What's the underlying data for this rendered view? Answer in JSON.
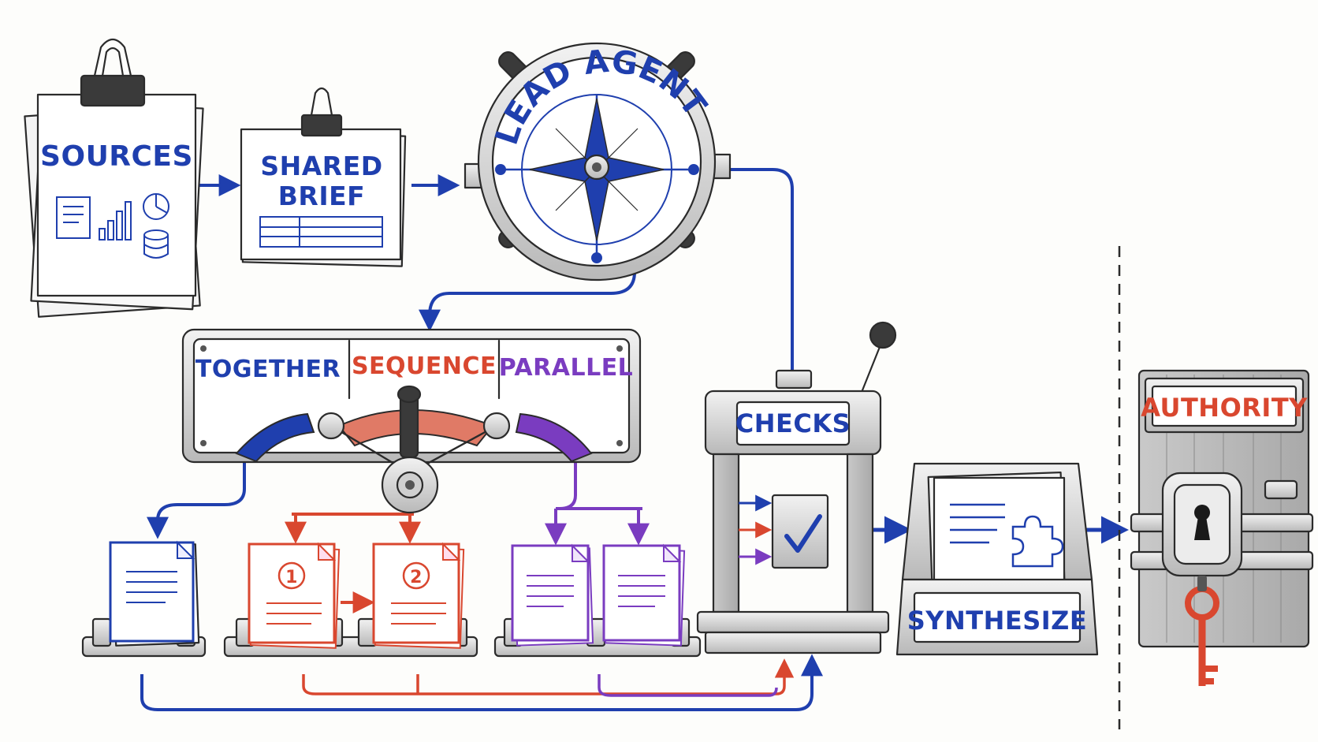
{
  "labels": {
    "sources": "SOURCES",
    "shared_brief_line1": "SHARED",
    "shared_brief_line2": "BRIEF",
    "lead_agent": "LEAD AGENT",
    "together": "TOGETHER",
    "sequence": "SEQUENCE",
    "parallel": "PARALLEL",
    "checks": "CHECKS",
    "synthesize": "SYNTHESIZE",
    "authority": "AUTHORITY",
    "step_one": "1",
    "step_two": "2"
  },
  "colors": {
    "blue": "#1f3fae",
    "red": "#d9472f",
    "purple": "#7a3cc0",
    "ink": "#2b2b2b",
    "metal": "#d8d8d8"
  },
  "icons": {
    "sources": "paper-stack-clipboard-icon",
    "brief": "clipboard-form-icon",
    "lead": "ship-wheel-compass-icon",
    "switch": "three-way-lever-switch-icon",
    "checks": "press-checkmark-icon",
    "synthesize": "inbox-tray-puzzle-icon",
    "authority": "locked-door-key-icon"
  }
}
